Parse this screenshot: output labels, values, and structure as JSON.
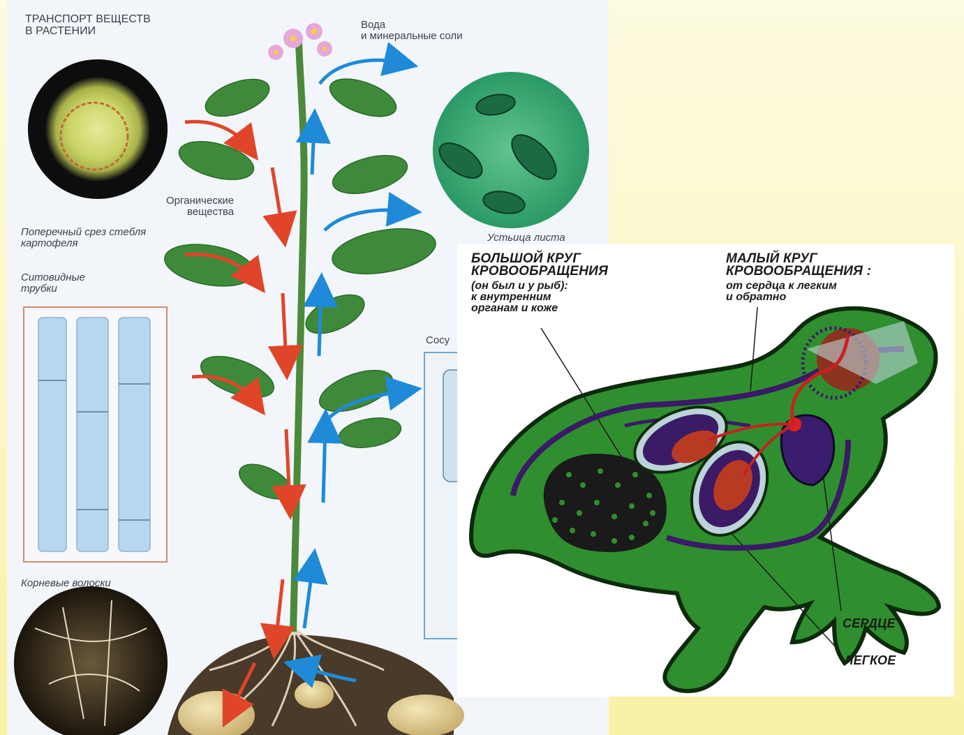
{
  "plant": {
    "title": "ТРАНСПОРТ ВЕЩЕСТВ\nВ РАСТЕНИИ",
    "water_label": "Вода\nи минеральные соли",
    "organic_label": "Органические\nвещества",
    "cross_section_label": "Поперечный срез стебля\nкартофеля",
    "sieve_tubes_label": "Ситовидные\nтрубки",
    "stomata_label": "Устьица листа",
    "vessels_label": "Сосу",
    "root_hairs_label": "Корневые волоски"
  },
  "frog": {
    "systemic_title": "БОЛЬШОЙ КРУГ\nКРОВООБРАЩЕНИЯ",
    "systemic_note": "(он был и у рыб):\nк внутренним\nорганам и коже",
    "pulmonary_title": "МАЛЫЙ КРУГ\nКРОВООБРАЩЕНИЯ :",
    "pulmonary_note": "от сердца к легким\nи обратно",
    "heart_label": "СЕРДЦЕ",
    "lung_label": "ЛЕГКОЕ"
  },
  "colors": {
    "frog_body": "#2f8f2f",
    "frog_outline": "#0d2a0d",
    "arterial": "#d22222",
    "venous": "#3b1a66",
    "heart": "#3a1d6e",
    "arrow_red": "#e0452a",
    "arrow_blue": "#1f8ad8",
    "leaf": "#3f8a3a"
  }
}
